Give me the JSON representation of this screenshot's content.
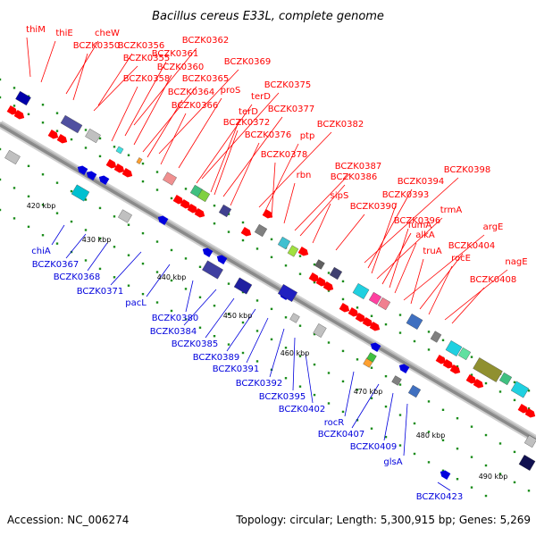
{
  "title": "Bacillus cereus E33L, complete genome",
  "footer": {
    "accession": "Accession: NC_006274",
    "topology": "Topology: circular; Length: 5,300,915 bp; Genes: 5,269"
  },
  "scale_labels": [
    "420 kbp",
    "430 kbp",
    "440 kbp",
    "450 kbp",
    "460 kbp",
    "470 kbp",
    "480 kbp",
    "490 kbp"
  ],
  "forward_genes": [
    "thiM",
    "thiE",
    "cheW",
    "BCZK0350",
    "BCZK0355",
    "BCZK0356",
    "BCZK0358",
    "BCZK0361",
    "BCZK0362",
    "BCZK0360",
    "BCZK0365",
    "BCZK0364",
    "BCZK0369",
    "BCZK0366",
    "proS",
    "BCZK0375",
    "terD",
    "terD",
    "BCZK0372",
    "BCZK0377",
    "BCZK0376",
    "BCZK0382",
    "ptp",
    "BCZK0378",
    "rbn",
    "BCZK0387",
    "BCZK0386",
    "sipS",
    "BCZK0390",
    "BCZK0398",
    "BCZK0394",
    "BCZK0393",
    "trmA",
    "fumA",
    "BCZK0396",
    "alkA",
    "argE",
    "truA",
    "BCZK0404",
    "rocE",
    "nagE",
    "BCZK0408"
  ],
  "reverse_genes": [
    "chiA",
    "BCZK0367",
    "BCZK0368",
    "BCZK0371",
    "pacL",
    "BCZK0380",
    "BCZK0384",
    "BCZK0385",
    "BCZK0389",
    "BCZK0391",
    "BCZK0392",
    "BCZK0395",
    "BCZK0402",
    "rocR",
    "BCZK0407",
    "BCZK0409",
    "glsA",
    "BCZK0423"
  ],
  "colors": {
    "forward": "#ff0000",
    "reverse": "#0000dd",
    "backbone": "#999999",
    "tick": "#1a8c1a"
  }
}
